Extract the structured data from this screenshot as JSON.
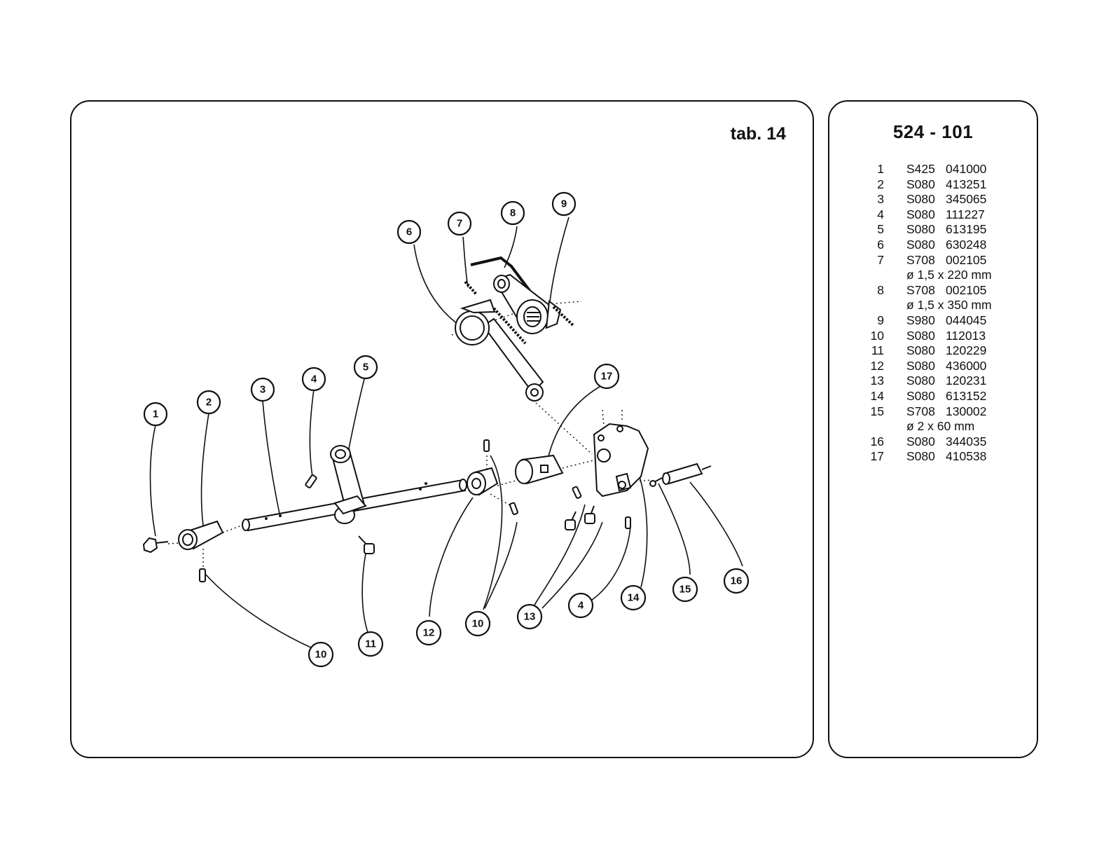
{
  "sheet": {
    "tab_label": "tab. 14"
  },
  "parts_table": {
    "title": "524 - 101",
    "rows": [
      {
        "num": "1",
        "code": "S425",
        "part": "041000"
      },
      {
        "num": "2",
        "code": "S080",
        "part": "413251"
      },
      {
        "num": "3",
        "code": "S080",
        "part": "345065"
      },
      {
        "num": "4",
        "code": "S080",
        "part": "111227"
      },
      {
        "num": "5",
        "code": "S080",
        "part": "613195"
      },
      {
        "num": "6",
        "code": "S080",
        "part": "630248"
      },
      {
        "num": "7",
        "code": "S708",
        "part": "002105",
        "note": "ø 1,5 x 220 mm"
      },
      {
        "num": "8",
        "code": "S708",
        "part": "002105",
        "note": "ø 1,5 x 350 mm"
      },
      {
        "num": "9",
        "code": "S980",
        "part": "044045"
      },
      {
        "num": "10",
        "code": "S080",
        "part": "112013"
      },
      {
        "num": "11",
        "code": "S080",
        "part": "120229"
      },
      {
        "num": "12",
        "code": "S080",
        "part": "436000"
      },
      {
        "num": "13",
        "code": "S080",
        "part": "120231"
      },
      {
        "num": "14",
        "code": "S080",
        "part": "613152"
      },
      {
        "num": "15",
        "code": "S708",
        "part": "130002",
        "note": "ø 2 x 60 mm"
      },
      {
        "num": "16",
        "code": "S080",
        "part": "344035"
      },
      {
        "num": "17",
        "code": "S080",
        "part": "410538"
      }
    ]
  },
  "diagram": {
    "callouts": [
      "1",
      "2",
      "3",
      "4",
      "5",
      "6",
      "7",
      "8",
      "9",
      "10",
      "10",
      "11",
      "12",
      "13",
      "4",
      "14",
      "15",
      "16",
      "17"
    ]
  }
}
